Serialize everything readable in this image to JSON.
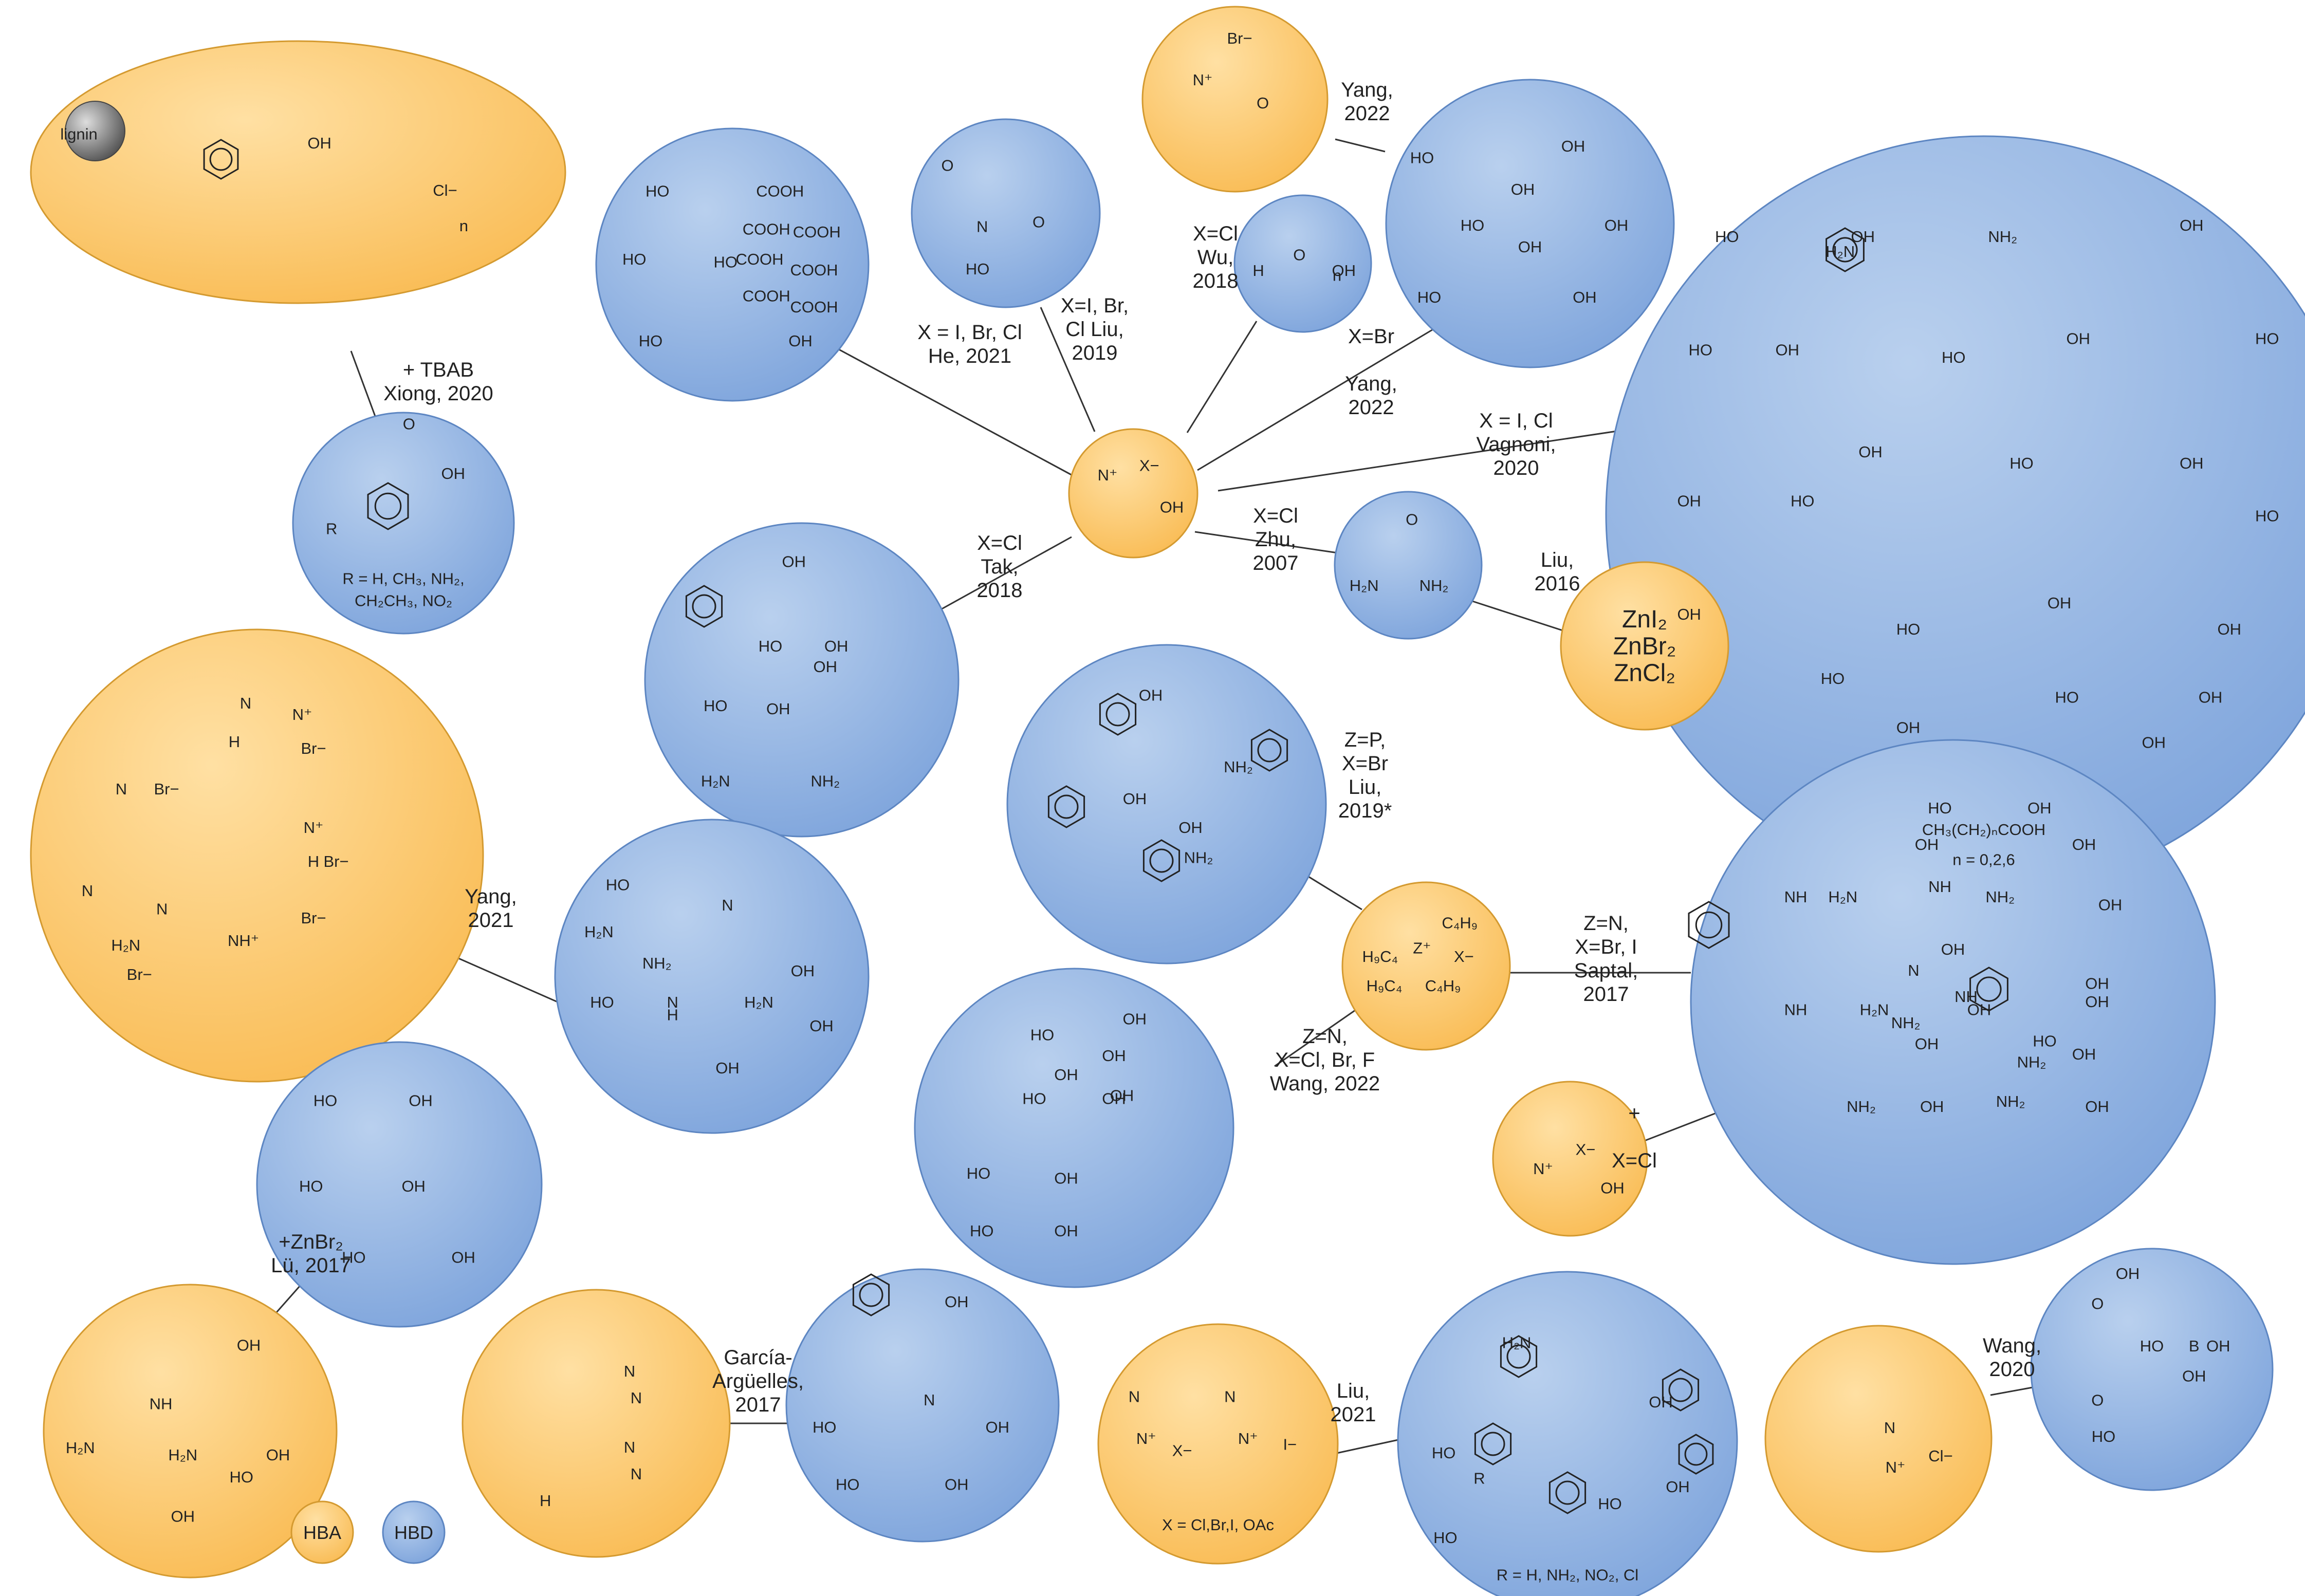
{
  "legend": {
    "hba": "HBA",
    "hbd": "HBD"
  },
  "colors": {
    "hba": "#FFC966",
    "hbd": "#89AEE0",
    "stroke": "#333333"
  },
  "circles": {
    "lignin_hba": {
      "kind": "hba",
      "labels": [
        "lignin",
        "OH",
        "Cl−",
        "n"
      ]
    },
    "benzoic_r": {
      "kind": "hbd",
      "labels": [
        "OH",
        "R",
        "O",
        "R = H, CH₃, NH₂,",
        "CH₂CH₃, NO₂"
      ]
    },
    "acids_top": {
      "kind": "hbd",
      "labels": [
        "HO",
        "COOH",
        "COOH",
        "HO",
        "COOH",
        "COOH",
        "COOH",
        "HO",
        "COOH",
        "COOH",
        "HO",
        "OH"
      ]
    },
    "succinimide": {
      "kind": "hbd",
      "labels": [
        "O",
        "N",
        "O",
        "HO"
      ]
    },
    "acetylcholine": {
      "kind": "hba",
      "labels": [
        "Br−",
        "N⁺",
        "O"
      ]
    },
    "peg": {
      "kind": "hbd",
      "labels": [
        "H",
        "O",
        "n",
        "OH"
      ]
    },
    "malic_glycerol": {
      "kind": "hbd",
      "labels": [
        "HO",
        "OH",
        "OH",
        "HO",
        "OH",
        "OH",
        "HO",
        "OH"
      ]
    },
    "choline_center": {
      "kind": "hba",
      "labels": [
        "N⁺",
        "X−",
        "OH"
      ]
    },
    "big_acids": {
      "kind": "hbd",
      "labels": [
        "HO",
        "OH",
        "HO",
        "OH",
        "H₂N",
        "NH₂",
        "OH",
        "HO",
        "OH",
        "HO",
        "OH",
        "HO",
        "OH",
        "HO",
        "OH",
        "HO",
        "OH",
        "HO",
        "OH",
        "OH",
        "HO",
        "OH",
        "HO",
        "OH",
        "OH",
        "CH₃(CH₂)ₙCOOH",
        "n = 0,2,6"
      ]
    },
    "tak_hbd": {
      "kind": "hbd",
      "labels": [
        "OH",
        "HO",
        "OH",
        "OH",
        "HO",
        "OH",
        "H₂N",
        "NH₂"
      ]
    },
    "urea": {
      "kind": "hbd",
      "labels": [
        "O",
        "H₂N",
        "NH₂"
      ]
    },
    "zn_salts": {
      "kind": "hba",
      "labels": [
        "ZnI₂",
        "ZnBr₂",
        "ZnCl₂"
      ]
    },
    "phenols_mid": {
      "kind": "hbd",
      "labels": [
        "OH",
        "NH₂",
        "OH",
        "OH",
        "NH₂"
      ]
    },
    "dbu_salts": {
      "kind": "hba",
      "labels": [
        "N",
        "H",
        "N⁺",
        "Br−",
        "N",
        "Br−",
        "N⁺",
        "H",
        "Br−",
        "N",
        "H₂N",
        "N",
        "Br−",
        "NH⁺",
        "Br−"
      ]
    },
    "amines": {
      "kind": "hbd",
      "labels": [
        "HO",
        "N",
        "H₂N",
        "NH₂",
        "OH",
        "HO",
        "N",
        "H",
        "H₂N",
        "OH",
        "OH"
      ]
    },
    "phosphonium": {
      "kind": "hba",
      "labels": [
        "C₄H₉",
        "H₉C₄",
        "Z⁺",
        "X−",
        "H₉C₄",
        "C₄H₉"
      ]
    },
    "amino_acids": {
      "kind": "hbd",
      "labels": [
        "OH",
        "NH",
        "HO",
        "OH",
        "NH",
        "H₂N",
        "OH",
        "OH",
        "NH₂",
        "OH",
        "NH",
        "NH₂",
        "OH",
        "H₂N",
        "OH",
        "HO",
        "OH",
        "NH₂",
        "OH",
        "N",
        "NH",
        "NH₂",
        "OH",
        "OH",
        "NH₂",
        "OH"
      ]
    },
    "citric_wang": {
      "kind": "hbd",
      "labels": [
        "OH",
        "HO",
        "OH",
        "OH",
        "OH",
        "HO",
        "OH",
        "HO",
        "OH",
        "HO",
        "OH"
      ]
    },
    "choline_small": {
      "kind": "hba",
      "labels": [
        "N⁺",
        "X−",
        "OH"
      ]
    },
    "oxalic_zn": {
      "kind": "hbd",
      "labels": [
        "HO",
        "OH",
        "HO",
        "OH",
        "HO",
        "OH"
      ]
    },
    "pro_ala_gly": {
      "kind": "hba",
      "labels": [
        "OH",
        "NH",
        "H₂N",
        "OH",
        "H₂N",
        "OH",
        "HO"
      ]
    },
    "dbu_tbd": {
      "kind": "hba",
      "labels": [
        "N",
        "N",
        "N",
        "N",
        "H"
      ]
    },
    "benzyl_mdea": {
      "kind": "hbd",
      "labels": [
        "OH",
        "N",
        "HO",
        "OH",
        "HO",
        "OH"
      ]
    },
    "imidazolium": {
      "kind": "hba",
      "labels": [
        "N",
        "N⁺",
        "X−",
        "N",
        "N⁺",
        "I−",
        "X = Cl,Br,I, OAc"
      ]
    },
    "phenols_liu": {
      "kind": "hbd",
      "labels": [
        "H₂N",
        "HO",
        "OH",
        "R",
        "HO",
        "HO",
        "OH",
        "R = H, NH₂, NO₂, Cl"
      ]
    },
    "bmim": {
      "kind": "hba",
      "labels": [
        "N",
        "N⁺",
        "Cl−"
      ]
    },
    "glutaric_boric": {
      "kind": "hbd",
      "labels": [
        "OH",
        "O",
        "HO",
        "B",
        "OH",
        "OH",
        "O",
        "HO"
      ]
    }
  },
  "connections": [
    {
      "label": [
        "+ TBAB",
        "Xiong, 2020"
      ]
    },
    {
      "label": [
        "X = I, Br, Cl",
        "He, 2021"
      ]
    },
    {
      "label": [
        "X=I, Br,",
        "Cl Liu,",
        "2019"
      ]
    },
    {
      "label": [
        "X=Cl",
        "Wu,",
        "2018"
      ]
    },
    {
      "label": [
        "Yang,",
        "2022"
      ]
    },
    {
      "label": [
        "X=Br",
        "",
        "Yang,",
        "2022"
      ]
    },
    {
      "label": [
        "X = I, Cl",
        "Vagnoni,",
        "2020"
      ]
    },
    {
      "label": [
        "X=Cl",
        "Tak,",
        "2018"
      ]
    },
    {
      "label": [
        "X=Cl",
        "Zhu,",
        "2007"
      ]
    },
    {
      "label": [
        "Liu,",
        "2016"
      ]
    },
    {
      "label": [
        "Z=P,",
        "X=Br",
        "Liu,",
        "2019*"
      ]
    },
    {
      "label": [
        "Z=N,",
        "X=Br, I",
        "Saptal,",
        "2017"
      ]
    },
    {
      "label": [
        "Yang,",
        "2021"
      ]
    },
    {
      "label": [
        "Z=N,",
        "X=Cl, Br, F",
        "Wang, 2022"
      ]
    },
    {
      "label": [
        "+",
        "",
        "X=Cl"
      ]
    },
    {
      "label": [
        "+ZnBr₂",
        "Lü, 2017"
      ]
    },
    {
      "label": [
        "García-",
        "Argüelles,",
        "2017"
      ]
    },
    {
      "label": [
        "Liu,",
        "2021"
      ]
    },
    {
      "label": [
        "Wang,",
        "2020"
      ]
    }
  ]
}
